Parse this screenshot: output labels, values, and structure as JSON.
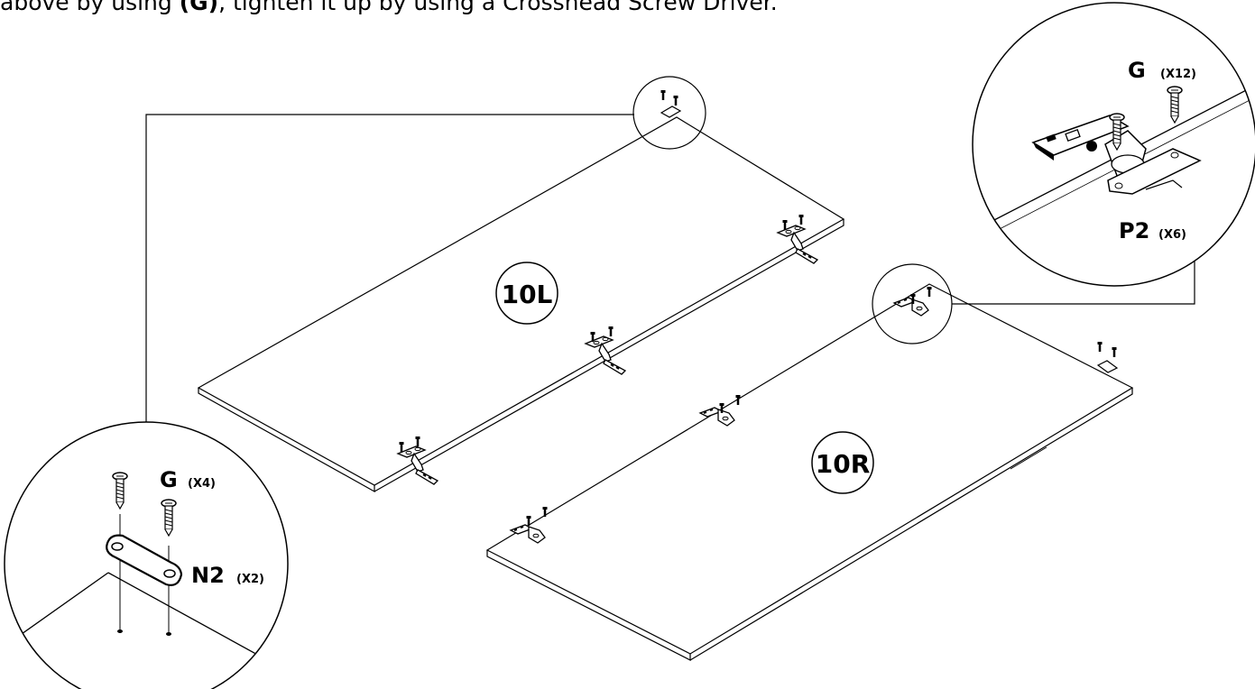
{
  "instruction": {
    "lead": "above  by using ",
    "part": "(G)",
    "rest": ", tighten it up by using a Crosshead Screw Driver."
  },
  "panels": {
    "left": "10L",
    "right": "10R"
  },
  "detail_right": {
    "screw_label": "G",
    "screw_qty": "(X12)",
    "hinge_label": "P2",
    "hinge_qty": "(X6)"
  },
  "detail_left": {
    "screw_label": "G",
    "screw_qty": "(X4)",
    "plate_label": "N2",
    "plate_qty": "(X2)"
  }
}
